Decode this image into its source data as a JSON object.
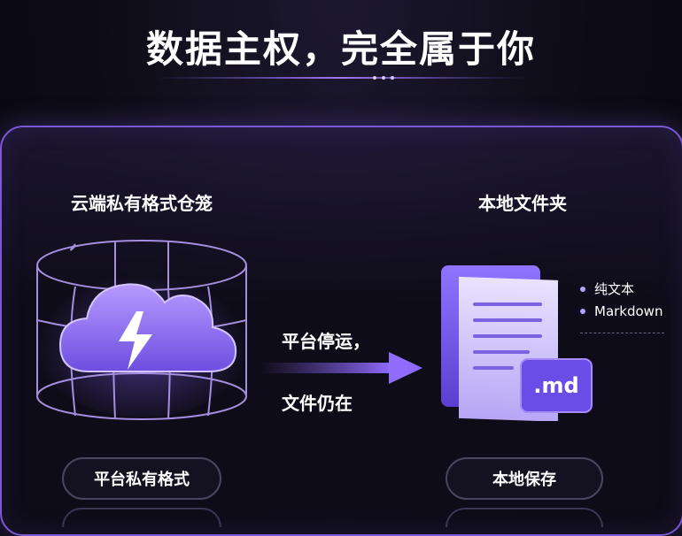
{
  "headline": "数据主权，完全属于你",
  "left": {
    "title": "云端私有格式仓笼",
    "pill": "平台私有格式"
  },
  "middle": {
    "line1": "平台停运，",
    "line2": "文件仍在"
  },
  "right": {
    "title": "本地文件夹",
    "badge": ".md",
    "tags": [
      "纯文本",
      "Markdown"
    ],
    "pill": "本地保存"
  },
  "colors": {
    "accent": "#7b58d8",
    "background": "#0c0b14",
    "cloud": "#8a62ff"
  }
}
